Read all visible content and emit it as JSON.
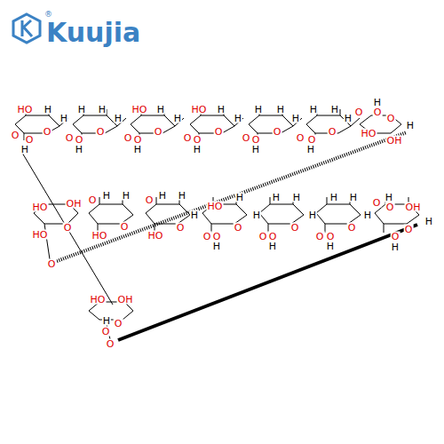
{
  "diagram": {
    "labels": [
      "Kuujia",
      "®",
      "HO",
      "H",
      "O",
      "H",
      "O",
      "O",
      "H",
      "H",
      "H",
      "O",
      "H",
      "O",
      "O",
      "H",
      "HO",
      "H",
      "O",
      "H",
      "O",
      "O",
      "H",
      "HO",
      "H",
      "O",
      "H",
      "O",
      "O",
      "H",
      "H",
      "H",
      "O",
      "H",
      "O",
      "O",
      "H",
      "H",
      "H",
      "O",
      "H",
      "O",
      "O",
      "H",
      "O",
      "H",
      "O",
      "O",
      "H",
      "HO",
      "OH",
      "HO",
      "OH",
      "HO",
      "O",
      "O",
      "O",
      "H",
      "H",
      "O",
      "HO",
      "O",
      "H",
      "H",
      "O",
      "HO",
      "H",
      "HO",
      "H",
      "O",
      "O",
      "O",
      "H",
      "H",
      "H",
      "H",
      "O",
      "O",
      "O",
      "H",
      "H",
      "H",
      "H",
      "O",
      "O",
      "O",
      "H",
      "H",
      "O",
      "H",
      "O",
      "OH",
      "O",
      "O",
      "H",
      "H",
      "HO",
      "OH",
      "H",
      "O",
      "O",
      "O"
    ]
  }
}
